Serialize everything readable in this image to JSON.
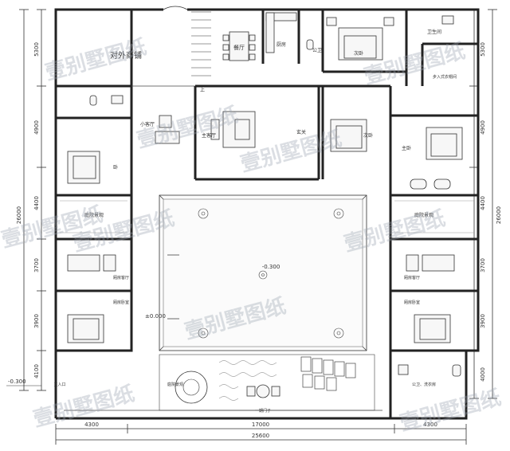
{
  "rooms": {
    "shop": "对外商铺",
    "dining": "餐厅",
    "kitchen": "厨房",
    "public_wc": "公卫",
    "bedroom_top": "次卧",
    "bath_top": "卫生间",
    "walk_in": "步入式衣帽间",
    "small_living": "小客厅",
    "main_living": "主客厅",
    "foyer": "玄关",
    "bedroom_mid": "次卧",
    "master": "主卧",
    "bedroom_left": "卧",
    "left_garden": "庭院景观",
    "right_garden": "庭院景观",
    "left_wing_living": "厢房客厅",
    "left_wing_bedroom": "厢房卧室",
    "right_wing_living": "厢房客厅",
    "right_wing_bedroom": "厢房卧室",
    "courtyard_level": "-0.300",
    "ground_level": "±0.000",
    "bottom_landscape": "庭院景观",
    "gate": "一期门子",
    "entrance": "主入口",
    "right_bottom_wc": "公卫、洗衣房",
    "up_mark": "上"
  },
  "dimensions": {
    "bottom_left": "4300",
    "bottom_mid": "17000",
    "bottom_right": "4300",
    "bottom_total": "25600",
    "left": [
      "5300",
      "4900",
      "4400",
      "3700",
      "3900",
      "4100"
    ],
    "left_total": "26000",
    "right": [
      "5300",
      "4900",
      "4400",
      "3700",
      "3900",
      "4000"
    ],
    "right_total": "26000",
    "outside_level": "-0.300"
  },
  "watermark": "壹别墅图纸"
}
